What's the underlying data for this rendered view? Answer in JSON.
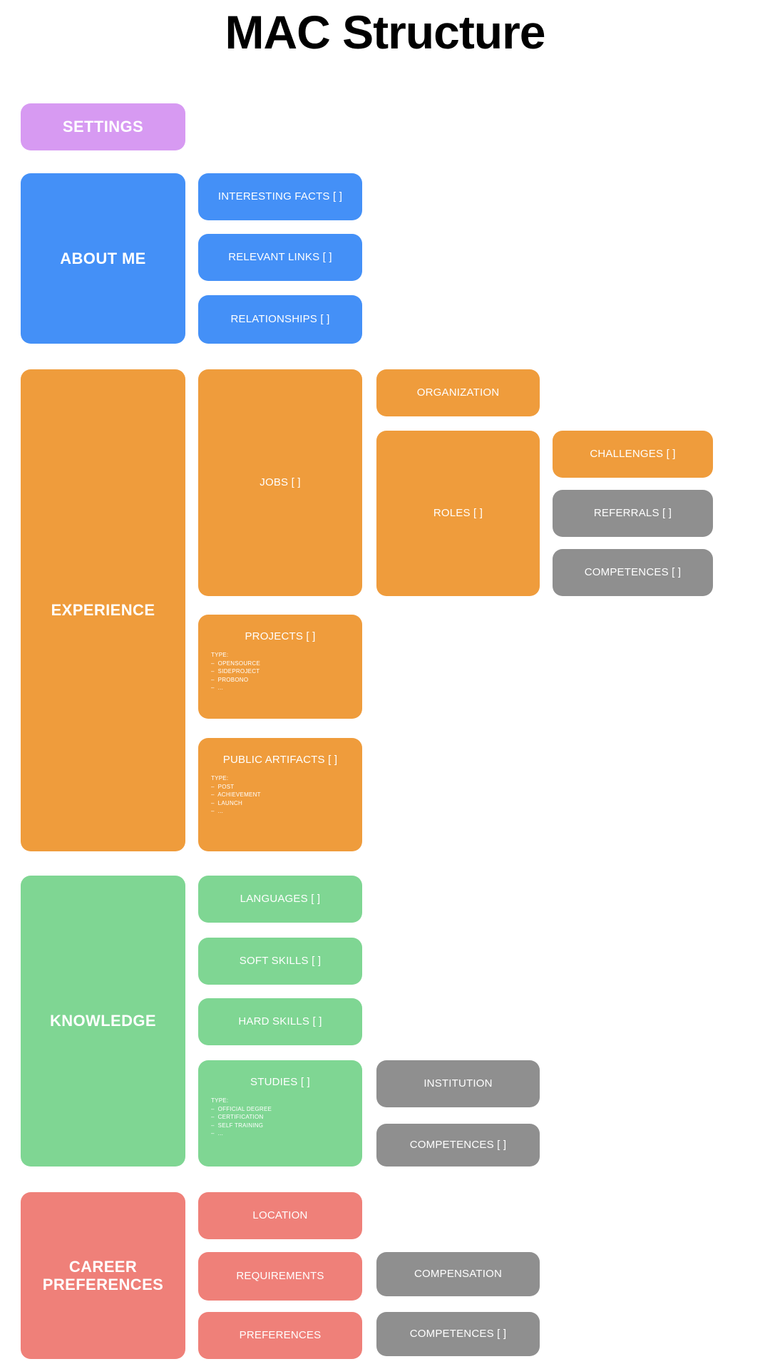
{
  "page": {
    "title": "MAC Structure",
    "background": "#ffffff"
  },
  "colors": {
    "purple": "#d79af2",
    "blue": "#4490f7",
    "orange": "#ef9c3c",
    "green": "#7fd693",
    "red": "#ef8079",
    "grey": "#8f8f8f",
    "text_on_card": "#ffffff",
    "title_text": "#000000"
  },
  "sections": {
    "settings": {
      "label": "SETTINGS"
    },
    "about_me": {
      "label": "ABOUT ME",
      "children": [
        {
          "label": "INTERESTING FACTS [ ]"
        },
        {
          "label": "RELEVANT LINKS [ ]"
        },
        {
          "label": "RELATIONSHIPS [ ]"
        }
      ]
    },
    "experience": {
      "label": "EXPERIENCE",
      "jobs": {
        "label": "JOBS [ ]"
      },
      "organization": {
        "label": "ORGANIZATION"
      },
      "roles": {
        "label": "ROLES [ ]"
      },
      "challenges": {
        "label": "CHALLENGES [ ]"
      },
      "referrals": {
        "label": "REFERRALS [ ]"
      },
      "competences": {
        "label": "COMPETENCES [ ]"
      },
      "projects": {
        "label": "PROJECTS [ ]",
        "type_head": "TYPE:",
        "type_items": [
          "–  OPENSOURCE",
          "–  SIDEPROJECT",
          "–  PROBONO",
          "–  ..."
        ]
      },
      "public_artifacts": {
        "label": "PUBLIC ARTIFACTS [ ]",
        "type_head": "TYPE:",
        "type_items": [
          "–  POST",
          "–  ACHIEVEMENT",
          "–  LAUNCH",
          "–  ..."
        ]
      }
    },
    "knowledge": {
      "label": "KNOWLEDGE",
      "languages": {
        "label": "LANGUAGES [ ]"
      },
      "soft_skills": {
        "label": "SOFT SKILLS [ ]"
      },
      "hard_skills": {
        "label": "HARD SKILLS [ ]"
      },
      "studies": {
        "label": "STUDIES [ ]",
        "type_head": "TYPE:",
        "type_items": [
          "–  OFFICIAL DEGREE",
          "–  CERTIFICATION",
          "–  SELF TRAINING",
          "–  ..."
        ]
      },
      "institution": {
        "label": "INSTITUTION"
      },
      "competences": {
        "label": "COMPETENCES [ ]"
      }
    },
    "career_preferences": {
      "label": "CAREER\nPREFERENCES",
      "label_line1": "CAREER",
      "label_line2": "PREFERENCES",
      "location": {
        "label": "LOCATION"
      },
      "requirements": {
        "label": "REQUIREMENTS"
      },
      "preferences": {
        "label": "PREFERENCES"
      },
      "compensation": {
        "label": "COMPENSATION"
      },
      "competences": {
        "label": "COMPETENCES [ ]"
      }
    }
  }
}
